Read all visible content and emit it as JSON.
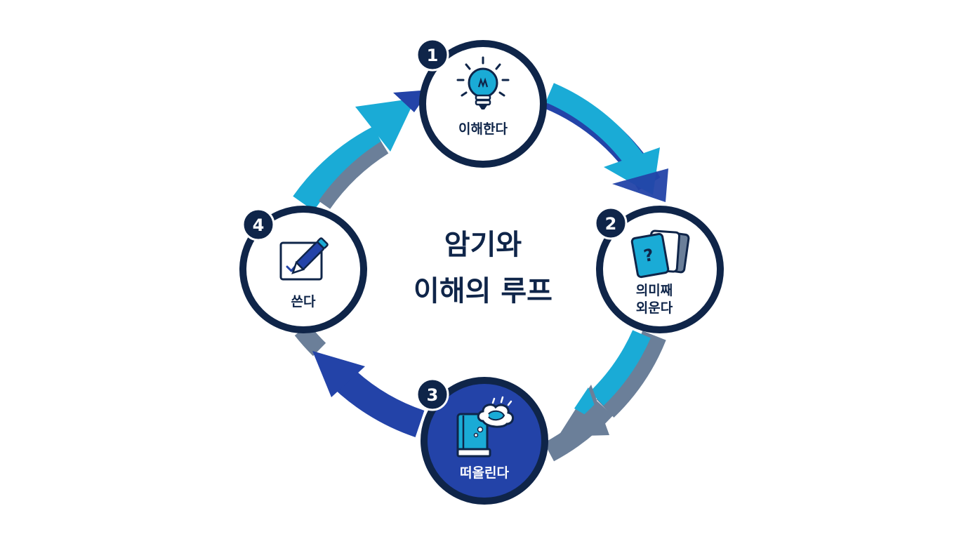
{
  "diagram": {
    "title_lines": [
      "암기와",
      "이해의 루프"
    ],
    "colors": {
      "navy": "#0f2549",
      "cyan": "#1aabd6",
      "royal": "#2343a8",
      "slate": "#6b7f99",
      "white": "#ffffff"
    },
    "nodes": [
      {
        "number": "1",
        "lines": [
          "이해한다"
        ],
        "icon": "lightbulb-icon",
        "filled": false
      },
      {
        "number": "2",
        "lines": [
          "의미째",
          "외운다"
        ],
        "icon": "flashcards-icon",
        "filled": false
      },
      {
        "number": "3",
        "lines": [
          "떠올린다"
        ],
        "icon": "book-brain-icon",
        "filled": true
      },
      {
        "number": "4",
        "lines": [
          "쓴다"
        ],
        "icon": "pencil-checkbox-icon",
        "filled": false
      }
    ]
  }
}
